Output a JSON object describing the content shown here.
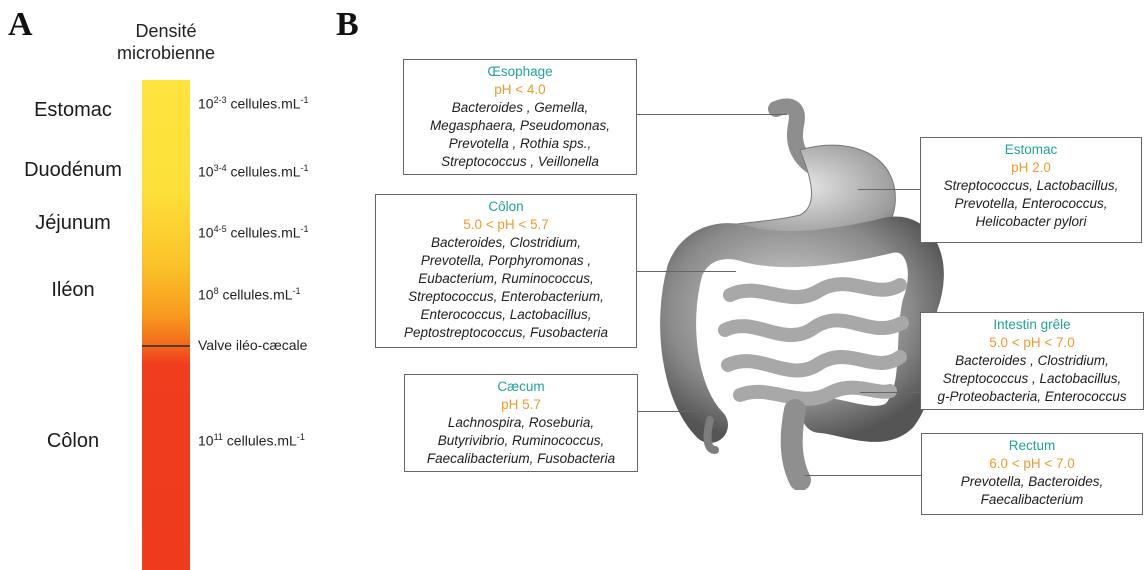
{
  "panel_a": {
    "letter": "A",
    "title_line1": "Densité",
    "title_line2": "microbienne",
    "organs": [
      {
        "name": "Estomac",
        "density_base": "10",
        "density_exp": "2-3",
        "density_unit": " cellules.mL",
        "unit_exp": "-1"
      },
      {
        "name": "Duodénum",
        "density_base": "10",
        "density_exp": "3-4",
        "density_unit": " cellules.mL",
        "unit_exp": "-1"
      },
      {
        "name": "Jéjunum",
        "density_base": "10",
        "density_exp": "4-5",
        "density_unit": " cellules.mL",
        "unit_exp": "-1"
      },
      {
        "name": "Iléon",
        "density_base": "10",
        "density_exp": "8",
        "density_unit": " cellules.mL",
        "unit_exp": "-1"
      },
      {
        "name": "Côlon",
        "density_base": "10",
        "density_exp": "11",
        "density_unit": " cellules.mL",
        "unit_exp": "-1"
      }
    ],
    "valve_label": "Valve iléo-cæcale",
    "colors": {
      "top": "#ffe33f",
      "middle": "#f89a1e",
      "bottom": "#ef3a1d"
    }
  },
  "panel_b": {
    "letter": "B",
    "boxes": {
      "oesophage": {
        "title": "Œsophage",
        "ph": "pH < 4.0",
        "lines": [
          "Bacteroides , Gemella,",
          "Megasphaera, Pseudomonas,",
          "Prevotella , Rothia sps.,",
          "Streptococcus , Veillonella"
        ]
      },
      "colon": {
        "title": "Côlon",
        "ph": "5.0 < pH < 5.7",
        "lines": [
          "Bacteroides, Clostridium,",
          "Prevotella, Porphyromonas ,",
          "Eubacterium, Ruminococcus,",
          "Streptococcus, Enterobacterium,",
          "Enterococcus, Lactobacillus,",
          "Peptostreptococcus, Fusobacteria"
        ]
      },
      "caecum": {
        "title": "Cæcum",
        "ph": "pH 5.7",
        "lines": [
          "Lachnospira, Roseburia,",
          "Butyrivibrio, Ruminococcus,",
          "Faecalibacterium, Fusobacteria"
        ]
      },
      "estomac": {
        "title": "Estomac",
        "ph": "pH 2.0",
        "lines": [
          "Streptococcus, Lactobacillus,",
          "Prevotella, Enterococcus,",
          "Helicobacter pylori"
        ]
      },
      "intestin": {
        "title": "Intestin grêle",
        "ph": "5.0 < pH < 7.0",
        "lines": [
          "Bacteroides , Clostridium,",
          "Streptococcus , Lactobacillus,",
          "g-Proteobacteria, Enterococcus"
        ]
      },
      "rectum": {
        "title": "Rectum",
        "ph": "6.0 < pH < 7.0",
        "lines": [
          "Prevotella, Bacteroides,",
          "Faecalibacterium"
        ]
      }
    },
    "colors": {
      "title": "#21a39c",
      "ph": "#ef9a2c"
    }
  }
}
